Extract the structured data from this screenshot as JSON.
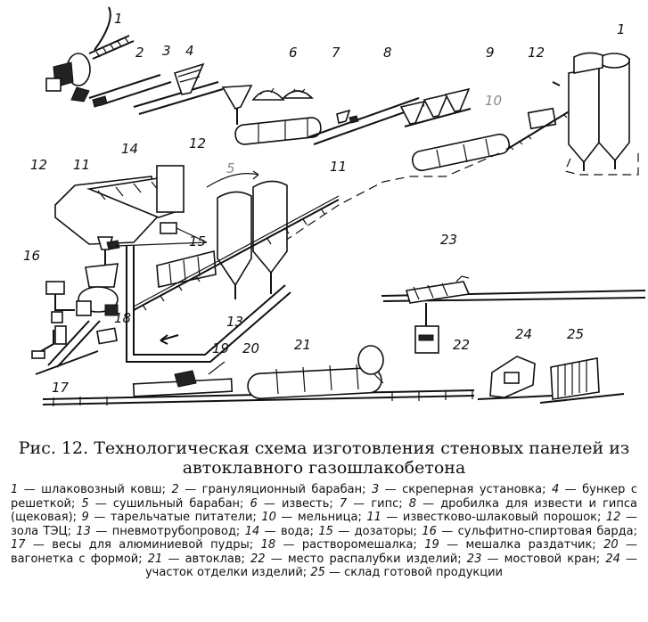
{
  "diagram": {
    "callouts": [
      {
        "id": "c1a",
        "text": "1"
      },
      {
        "id": "c2",
        "text": "2"
      },
      {
        "id": "c3",
        "text": "3"
      },
      {
        "id": "c4",
        "text": "4"
      },
      {
        "id": "c6",
        "text": "6"
      },
      {
        "id": "c7",
        "text": "7"
      },
      {
        "id": "c8",
        "text": "8"
      },
      {
        "id": "c9",
        "text": "9"
      },
      {
        "id": "c12a",
        "text": "12"
      },
      {
        "id": "c1b",
        "text": "1"
      },
      {
        "id": "c10",
        "text": "10"
      },
      {
        "id": "c14",
        "text": "14"
      },
      {
        "id": "c12b",
        "text": "12"
      },
      {
        "id": "c5",
        "text": "5"
      },
      {
        "id": "c11a",
        "text": "11"
      },
      {
        "id": "c12c",
        "text": "12"
      },
      {
        "id": "c11b",
        "text": "11"
      },
      {
        "id": "c16",
        "text": "16"
      },
      {
        "id": "c15",
        "text": "15"
      },
      {
        "id": "c23",
        "text": "23"
      },
      {
        "id": "c18",
        "text": "18"
      },
      {
        "id": "c13",
        "text": "13"
      },
      {
        "id": "c19",
        "text": "19"
      },
      {
        "id": "c20",
        "text": "20"
      },
      {
        "id": "c21",
        "text": "21"
      },
      {
        "id": "c22",
        "text": "22"
      },
      {
        "id": "c24",
        "text": "24"
      },
      {
        "id": "c25",
        "text": "25"
      },
      {
        "id": "c17",
        "text": "17"
      }
    ]
  },
  "caption": {
    "figure": "Рис. 12.",
    "line1": "Технологическая схема изготовления стеновых панелей из",
    "line2": "автоклавного газошлакобетона"
  },
  "legend": [
    {
      "n": "1",
      "t": "шлаковозный ковш;"
    },
    {
      "n": "2",
      "t": "грануляционный барабан;"
    },
    {
      "n": "3",
      "t": "скреперная установка;"
    },
    {
      "n": "4",
      "t": "бункер с решеткой;"
    },
    {
      "n": "5",
      "t": "сушильный барабан;"
    },
    {
      "n": "6",
      "t": "известь;"
    },
    {
      "n": "7",
      "t": "гипс;"
    },
    {
      "n": "8",
      "t": "дробилка для извести и гипса (щековая);"
    },
    {
      "n": "9",
      "t": "тарельчатые питатели;"
    },
    {
      "n": "10",
      "t": "мельница;"
    },
    {
      "n": "11",
      "t": "известково-шлаковый порошок;"
    },
    {
      "n": "12",
      "t": "зола ТЭЦ;"
    },
    {
      "n": "13",
      "t": "пневмотрубопровод;"
    },
    {
      "n": "14",
      "t": "вода;"
    },
    {
      "n": "15",
      "t": "дозаторы;"
    },
    {
      "n": "16",
      "t": "сульфитно-спиртовая барда;"
    },
    {
      "n": "17",
      "t": "весы для алюминиевой пудры;"
    },
    {
      "n": "18",
      "t": "растворомешалка;"
    },
    {
      "n": "19",
      "t": "мешалка раздатчик;"
    },
    {
      "n": "20",
      "t": "вагонетка с формой;"
    },
    {
      "n": "21",
      "t": "автоклав;"
    },
    {
      "n": "22",
      "t": "место распалубки изделий;"
    },
    {
      "n": "23",
      "t": "мостовой кран;"
    },
    {
      "n": "24",
      "t": "участок отделки изделий;"
    },
    {
      "n": "25",
      "t": "склад готовой продукции"
    }
  ]
}
